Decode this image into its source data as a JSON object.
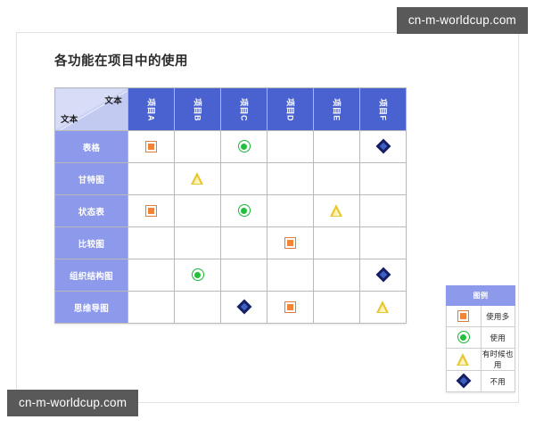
{
  "watermarks": {
    "top_right": "cn-m-worldcup.com",
    "bottom_left": "cn-m-worldcup.com"
  },
  "page": {
    "title": "各功能在项目中的使用"
  },
  "matrix": {
    "corner": {
      "top_right_label": "文本",
      "bottom_left_label": "文本"
    },
    "columns": [
      "项目A",
      "项目B",
      "项目C",
      "项目D",
      "项目E",
      "项目F"
    ],
    "rows": [
      {
        "label": "表格",
        "cells": [
          "square",
          "",
          "circle",
          "",
          "",
          "diamond"
        ]
      },
      {
        "label": "甘特图",
        "cells": [
          "",
          "triangle",
          "",
          "",
          "",
          ""
        ]
      },
      {
        "label": "状态表",
        "cells": [
          "square",
          "",
          "circle",
          "",
          "triangle",
          ""
        ]
      },
      {
        "label": "比较图",
        "cells": [
          "",
          "",
          "",
          "square",
          "",
          ""
        ]
      },
      {
        "label": "组织结构图",
        "cells": [
          "",
          "circle",
          "",
          "",
          "",
          "diamond"
        ]
      },
      {
        "label": "思维导图",
        "cells": [
          "",
          "",
          "diamond",
          "square",
          "",
          "triangle"
        ]
      }
    ]
  },
  "legend": {
    "title": "图例",
    "items": [
      {
        "icon": "square",
        "label": "使用多"
      },
      {
        "icon": "circle",
        "label": "使用"
      },
      {
        "icon": "triangle",
        "label": "有时候也用"
      },
      {
        "icon": "diamond",
        "label": "不用"
      }
    ]
  },
  "colors": {
    "header_blue": "#4a62d0",
    "row_label_lavender": "#8d99ea",
    "corner_light": "#d7dcf7",
    "icon_orange": "#f08437",
    "icon_green": "#24bf3f",
    "icon_yellow": "#e8c832",
    "icon_navy": "#161f63",
    "watermark_gray": "#595959"
  }
}
